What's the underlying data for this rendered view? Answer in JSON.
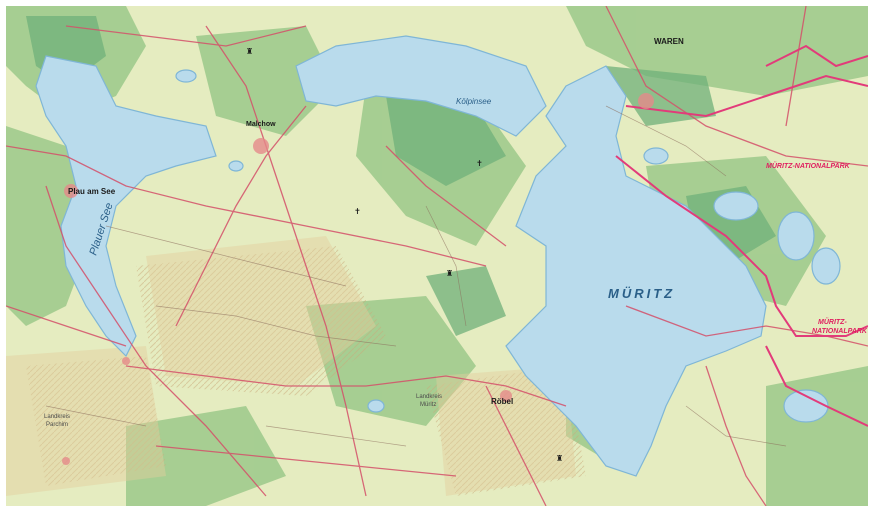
{
  "map": {
    "colors": {
      "water": "#b9dbec",
      "water_edge": "#7fb6d6",
      "land_light": "#e7edc2",
      "land_green": "#9cc98a",
      "forest": "#6fb07a",
      "hills": "#d9b98a",
      "road": "#d4506a",
      "track": "#8a6a5a",
      "park_border": "#e23b7a",
      "label": "#1a1a1a",
      "park_label": "#e02060",
      "lake_label": "#2a5f88"
    },
    "labels": {
      "lake_main": "MÜRITZ",
      "lake_plauer": "Plauer See",
      "lake_koelpin": "Kölpinsee",
      "town_plau": "Plau am See",
      "town_malchow": "Malchow",
      "town_waren": "WAREN",
      "town_roebel": "Röbel",
      "park_north": "MÜRITZ-NATIONALPARK",
      "park_south": "MÜRITZ-\nNATIONALPARK",
      "region_mid": "Landkreis\nMüritz",
      "region_sw": "Landkreis\nParchim"
    }
  }
}
